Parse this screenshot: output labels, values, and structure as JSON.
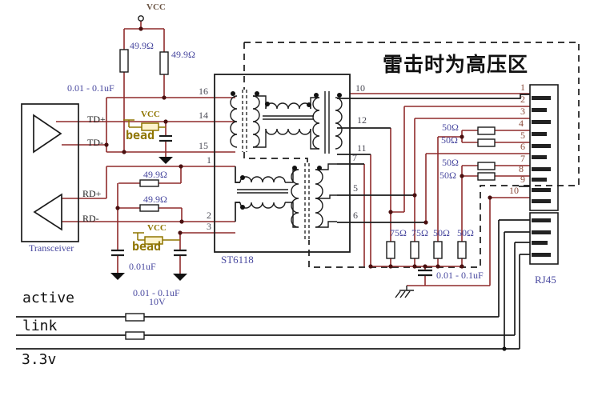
{
  "title_hv_zone": "雷击时为高压区",
  "power": {
    "vcc_top": "VCC",
    "vcc_bead_td": "VCC",
    "vcc_bead_rd": "VCC",
    "v33": "3.3v",
    "v10": "10V"
  },
  "transceiver": {
    "label": "Transceiver",
    "td_plus": "TD+",
    "td_minus": "TD-",
    "rd_plus": "RD+",
    "rd_minus": "RD-"
  },
  "chip": {
    "label": "ST6118",
    "pins_left": [
      "16",
      "14",
      "15",
      "1",
      "2",
      "3"
    ],
    "pins_right": [
      "10",
      "12",
      "11",
      "7",
      "5",
      "6"
    ]
  },
  "beads": {
    "td": "bead",
    "rd": "bead"
  },
  "resistors": {
    "r_td_1": "49.9Ω",
    "r_td_2": "49.9Ω",
    "r_rd_1": "49.9Ω",
    "r_rd_2": "49.9Ω",
    "series": [
      "50Ω",
      "50Ω",
      "50Ω",
      "50Ω"
    ],
    "termination": [
      "75Ω",
      "75Ω",
      "50Ω",
      "50Ω"
    ]
  },
  "capacitors": {
    "c_top": "0.01 - 0.1uF",
    "c_rd": "0.01uF",
    "c_rd_range": "0.01 - 0.1uF",
    "c_bottom": "0.01 - 0.1uF"
  },
  "rj45": {
    "label": "RJ45",
    "pins": [
      "1",
      "2",
      "3",
      "4",
      "5",
      "6",
      "7",
      "8",
      "9",
      "10"
    ]
  },
  "leds": {
    "active": "active",
    "link": "link"
  },
  "colors": {
    "wire_red": "#8f2b2b",
    "wire_black": "#1b1b1b",
    "label_blue": "#4a4aa0",
    "bead_olive": "#8f7500"
  }
}
